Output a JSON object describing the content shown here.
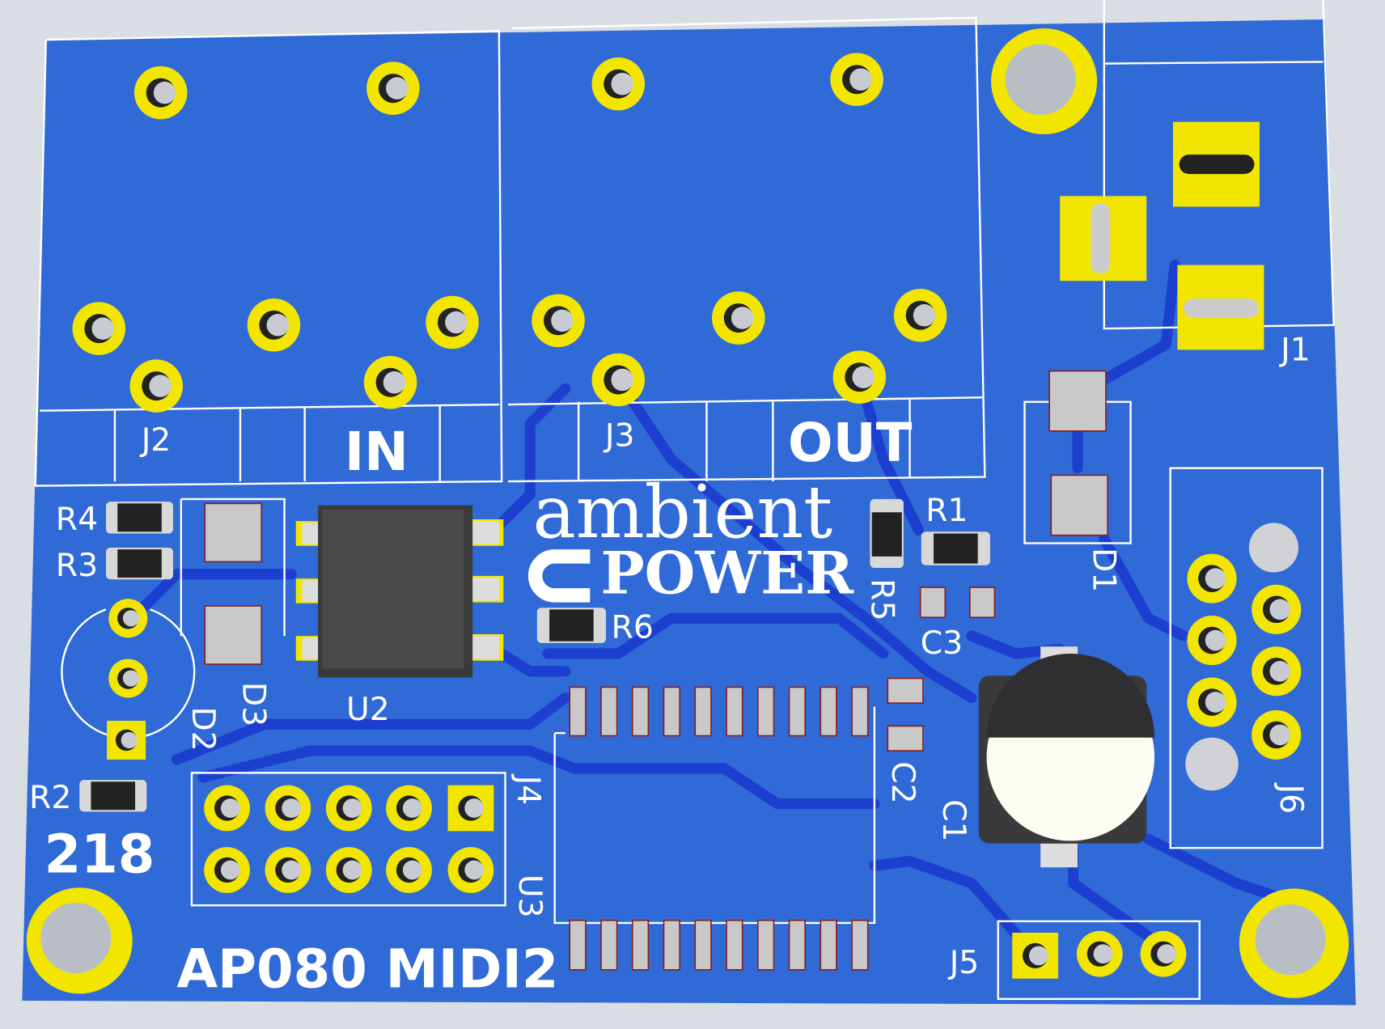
{
  "board": {
    "title": "AP080 MIDI2",
    "number": "218",
    "logo": {
      "line1": "ambient",
      "line2": "POWER"
    },
    "connector_labels": {
      "in": "IN",
      "out": "OUT"
    },
    "refs": {
      "J1": "J1",
      "J2": "J2",
      "J3": "J3",
      "J4": "J4",
      "J5": "J5",
      "J6": "J6",
      "R1": "R1",
      "R2": "R2",
      "R3": "R3",
      "R4": "R4",
      "R5": "R5",
      "R6": "R6",
      "C1": "C1",
      "C2": "C2",
      "C3": "C3",
      "D1": "D1",
      "D2": "D2",
      "D3": "D3",
      "U2": "U2",
      "U3": "U3"
    },
    "colors": {
      "board": "#2f6ad6",
      "trace": "#1c3fcf",
      "pad": "#f2e600",
      "silkscreen": "#ffffff",
      "background": "#d9dee4"
    }
  }
}
